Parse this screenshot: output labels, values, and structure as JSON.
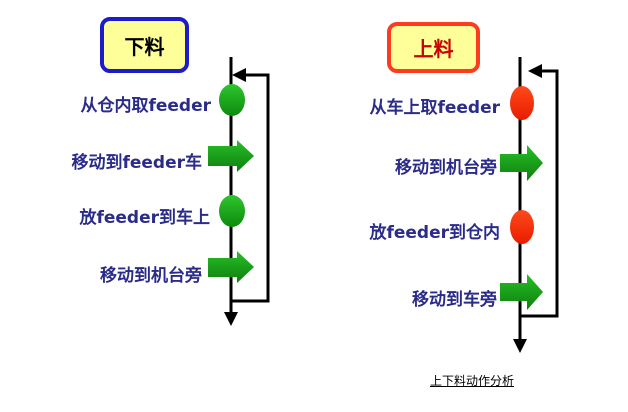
{
  "left_panel": {
    "title": "下料",
    "steps": [
      "从仓内取feeder",
      "移动到feeder车",
      "放feeder到车上",
      "移动到机台旁"
    ]
  },
  "right_panel": {
    "title": "上料",
    "steps": [
      "从车上取feeder",
      "移动到机台旁",
      "放feeder到仓内",
      "移动到车旁"
    ]
  },
  "caption": "上下料动作分析",
  "colors": {
    "left_title_border": "#1c1cc8",
    "right_title_border": "#ff3b1f",
    "right_title_text": "#cc0000",
    "title_fill": "#ffff99",
    "step_text": "#2b2b8a",
    "left_circle": "#1a9e1a",
    "right_circle": "#ff2a00",
    "arrow_fill": "#17a017"
  }
}
